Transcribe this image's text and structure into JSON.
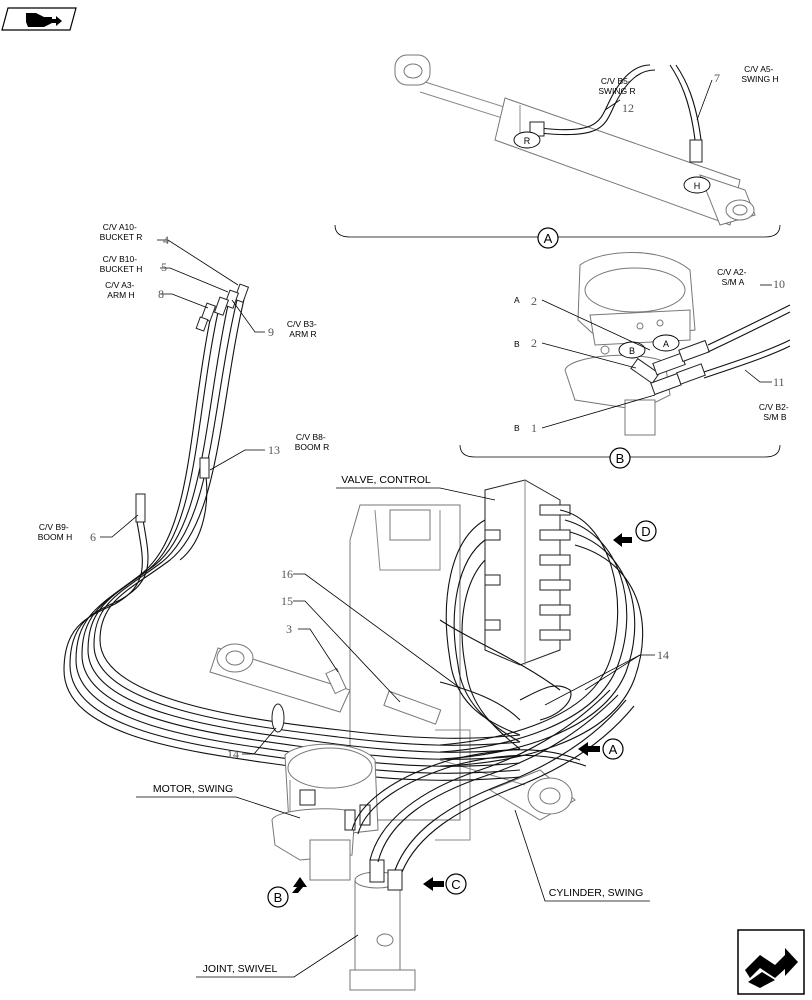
{
  "nav_icons": {
    "top_left": "book-arrow-icon",
    "bottom_right": "next-page-arrow-icon"
  },
  "detail_a": {
    "marker": "A",
    "ports": {
      "r": "R",
      "h": "H"
    },
    "callouts": {
      "swing_r_item": "12",
      "swing_h_item": "7"
    },
    "labels": {
      "swing_r": [
        "C/V B5-",
        "SWING R"
      ],
      "swing_h": [
        "C/V A5-",
        "SWING H"
      ]
    }
  },
  "detail_b": {
    "marker": "B",
    "ports": {
      "b": "B",
      "a": "A"
    },
    "row_letters": [
      "A",
      "B",
      "B"
    ],
    "callouts": {
      "a_item": "2",
      "b_item": "2",
      "b_low_item": "1",
      "sm_a_item": "10",
      "sm_b_item": "11"
    },
    "labels": {
      "sm_a": [
        "C/V A2-",
        "S/M A"
      ],
      "sm_b": [
        "C/V B2-",
        "S/M B"
      ]
    }
  },
  "main_labels": {
    "bucket_r": [
      "C/V A10-",
      "BUCKET R"
    ],
    "bucket_h": [
      "C/V B10-",
      "BUCKET H"
    ],
    "arm_h": [
      "C/V A3-",
      "ARM H"
    ],
    "arm_r": [
      "C/V B3-",
      "ARM R"
    ],
    "boom_r": [
      "C/V B8-",
      "BOOM R"
    ],
    "boom_h": [
      "C/V B9-",
      "BOOM H"
    ]
  },
  "callouts": {
    "c4": "4",
    "c5": "5",
    "c8": "8",
    "c9": "9",
    "c13": "13",
    "c6": "6",
    "c16": "16",
    "c15": "15",
    "c3": "3",
    "c14_left": "14",
    "c14_right": "14"
  },
  "view_markers": {
    "a": "A",
    "b": "B",
    "c": "C",
    "d": "D"
  },
  "components": {
    "valve_control": "VALVE, CONTROL",
    "motor_swing": "MOTOR, SWING",
    "cylinder_swing": "CYLINDER, SWING",
    "joint_swivel": "JOINT, SWIVEL"
  }
}
